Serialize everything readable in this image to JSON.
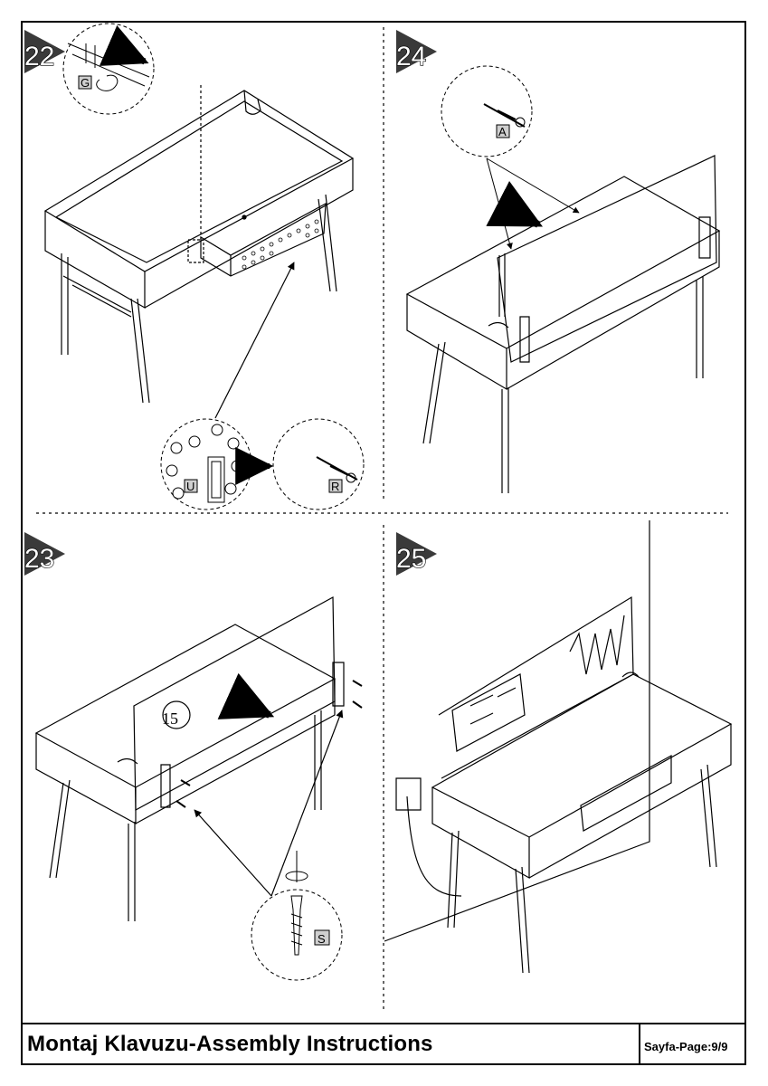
{
  "steps": [
    {
      "number": "22",
      "callouts": [
        "G",
        "U",
        "R"
      ]
    },
    {
      "number": "24",
      "callouts": [
        "A"
      ]
    },
    {
      "number": "23",
      "callouts": [
        "S"
      ],
      "part_number": "15"
    },
    {
      "number": "25",
      "callouts": []
    }
  ],
  "footer": {
    "title": "Montaj Klavuzu-Assembly Instructions",
    "page": "Sayfa-Page:9/9"
  },
  "colors": {
    "line": "#000000",
    "badge_fill": "#3a3a3a",
    "label_bg": "#cfcfcf"
  }
}
